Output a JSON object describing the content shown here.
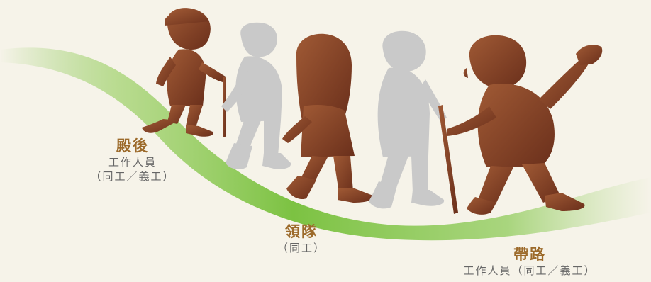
{
  "colors": {
    "background": "#f6f3e9",
    "path_green": "#7cc242",
    "figure_brown": "#7a3a22",
    "figure_gray": "#c9c9c9",
    "title_gold": "#9c6a2a",
    "subtitle_gray": "#666666"
  },
  "roles": {
    "rear": {
      "title": "殿後",
      "line1": "工作人員",
      "line2": "（同工／義工）"
    },
    "leader": {
      "title": "領隊",
      "line1": "（同工）"
    },
    "guide": {
      "title": "帶路",
      "line1": "工作人員（同工／義工）"
    }
  },
  "figures": [
    {
      "name": "boy-with-cane",
      "color": "brown"
    },
    {
      "name": "gray-adult",
      "color": "gray"
    },
    {
      "name": "girl",
      "color": "brown"
    },
    {
      "name": "gray-hiker-with-pole",
      "color": "gray"
    },
    {
      "name": "waving-adult-with-pole",
      "color": "brown"
    }
  ]
}
